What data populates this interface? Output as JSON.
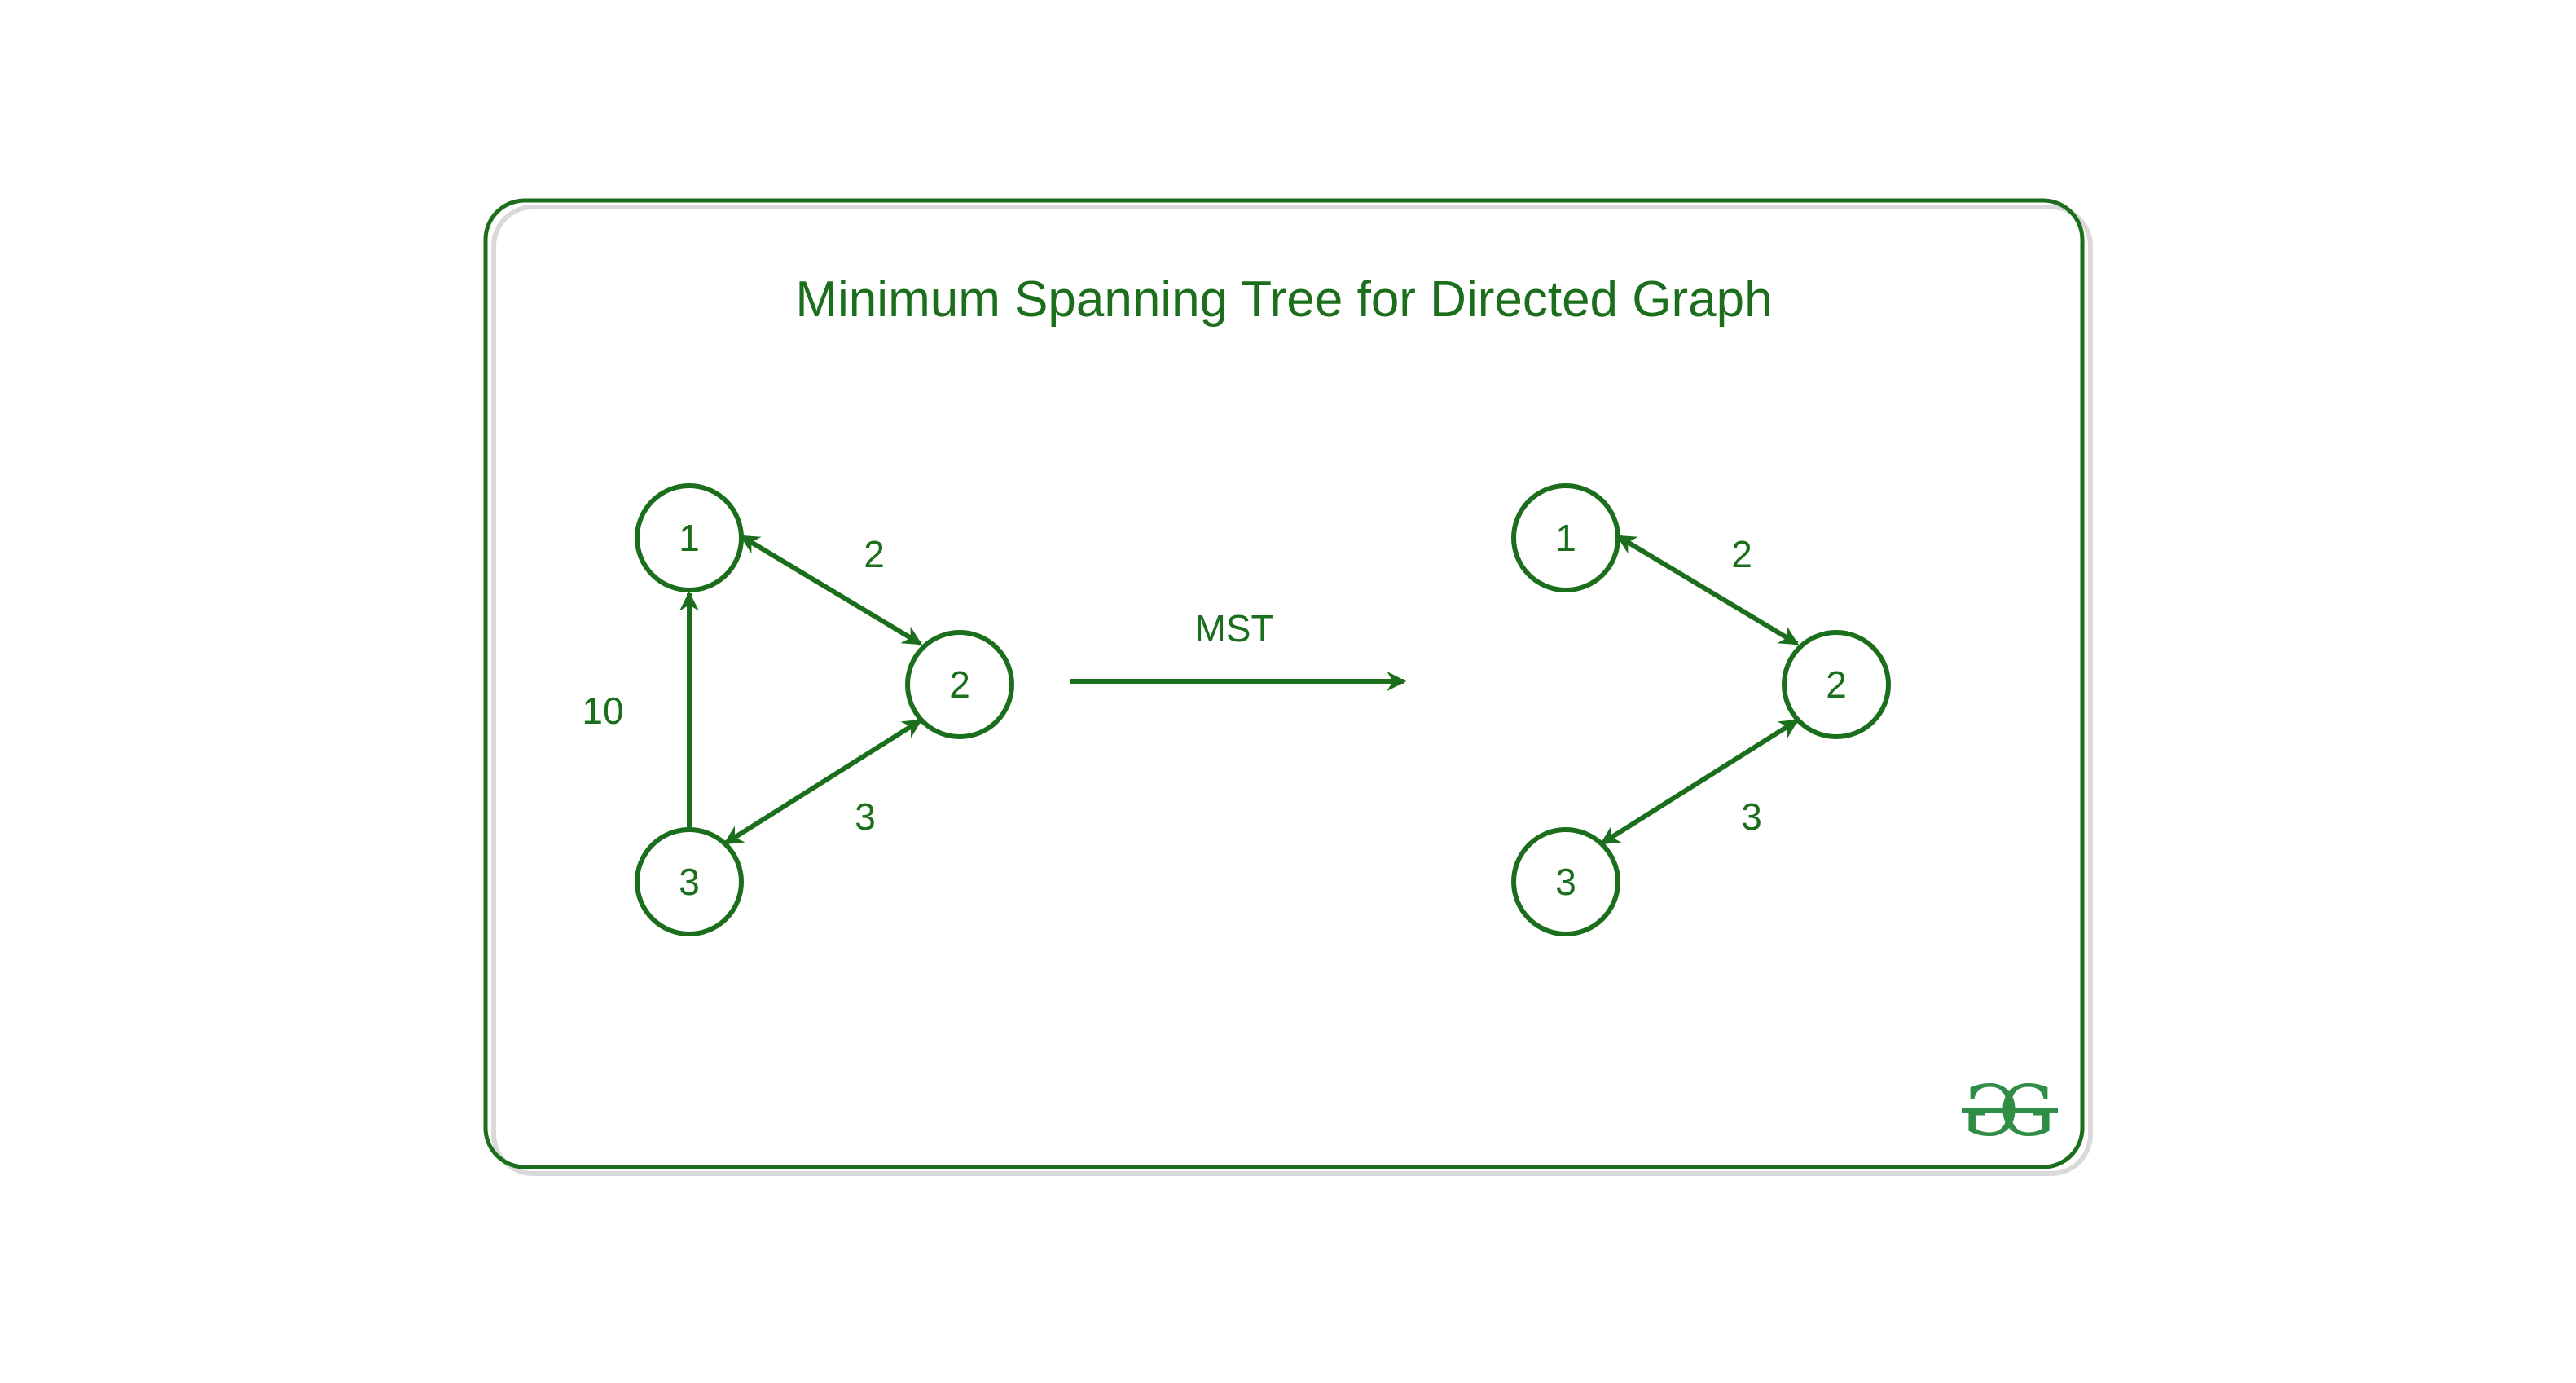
{
  "title": "Minimum Spanning Tree for Directed Graph",
  "transform_label": "MST",
  "logo": "GG",
  "colors": {
    "stroke": "#1b6e1b",
    "logo": "#2f8d46",
    "frame_shadow": "#d9d9d9"
  },
  "left_graph": {
    "nodes": [
      "1",
      "2",
      "3"
    ],
    "edges": [
      {
        "between": [
          "1",
          "2"
        ],
        "direction": "both",
        "weight": "2"
      },
      {
        "between": [
          "2",
          "3"
        ],
        "direction": "both",
        "weight": "3"
      },
      {
        "from": "3",
        "to": "1",
        "direction": "one-way",
        "weight": "10"
      }
    ]
  },
  "right_graph": {
    "nodes": [
      "1",
      "2",
      "3"
    ],
    "edges": [
      {
        "between": [
          "1",
          "2"
        ],
        "direction": "both",
        "weight": "2"
      },
      {
        "between": [
          "2",
          "3"
        ],
        "direction": "both",
        "weight": "3"
      }
    ]
  }
}
